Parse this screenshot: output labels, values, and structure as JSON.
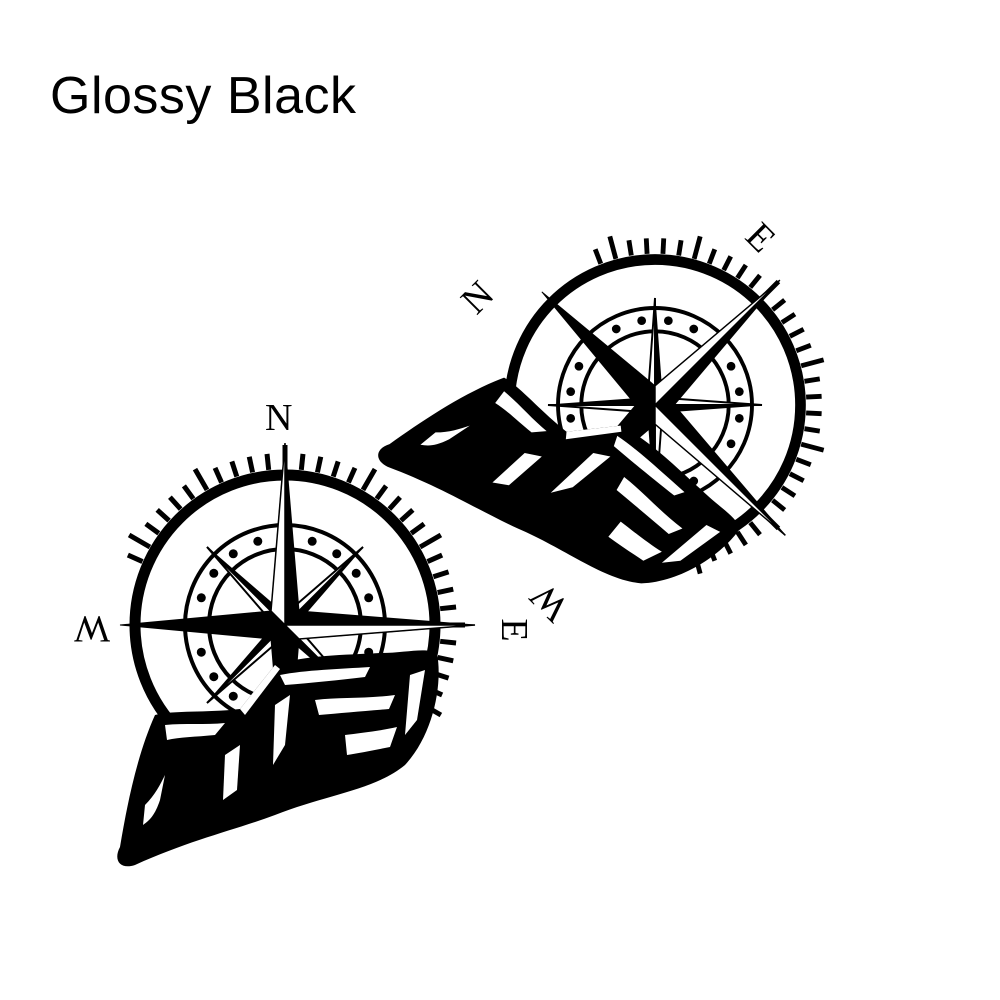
{
  "title": "Glossy Black",
  "colors": {
    "ink": "#000000",
    "background": "#ffffff"
  },
  "decals": [
    {
      "name": "compass-mountain-decal-upright",
      "labels": {
        "north": "N",
        "east": "E",
        "west": "W"
      }
    },
    {
      "name": "compass-mountain-decal-rotated",
      "labels": {
        "north": "N",
        "east": "E",
        "west": "W"
      }
    }
  ]
}
